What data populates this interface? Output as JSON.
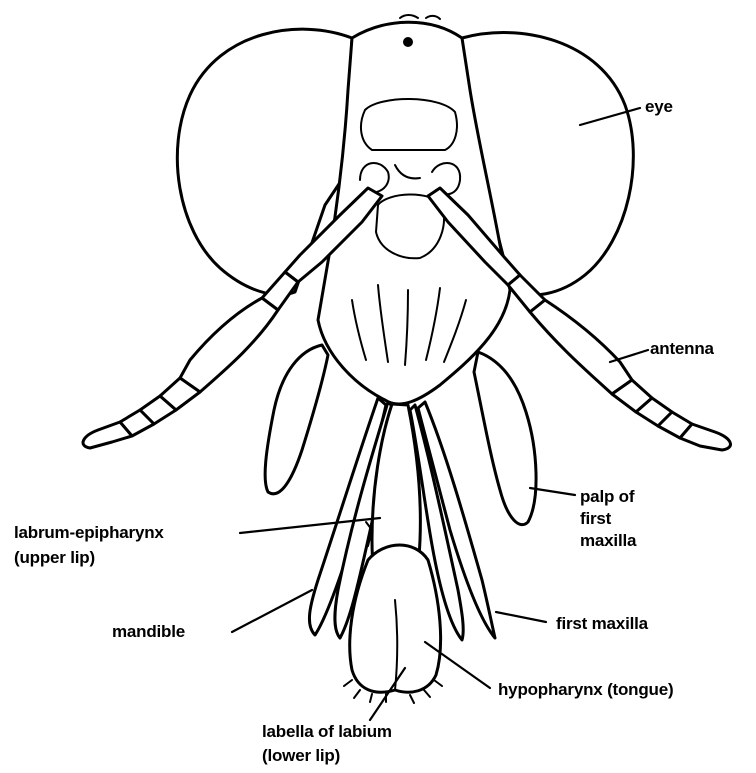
{
  "labels": {
    "eye": "eye",
    "antenna": "antenna",
    "palp_line1": "palp of",
    "palp_line2": "first",
    "palp_line3": "maxilla",
    "labrum_line1": "labrum-epipharynx",
    "labrum_line2": "(upper lip)",
    "mandible": "mandible",
    "first_maxilla": "first maxilla",
    "hypopharynx": "hypopharynx (tongue)",
    "labella_line1": "labella of labium",
    "labella_line2": "(lower lip)"
  }
}
